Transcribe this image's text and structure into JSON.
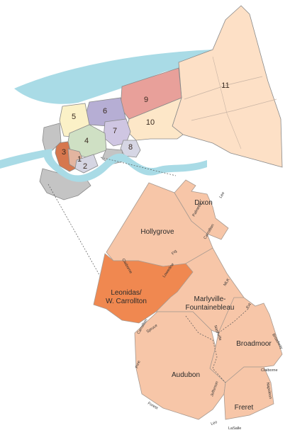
{
  "overview_map": {
    "district_labels": [
      "1",
      "2",
      "3",
      "4",
      "5",
      "6",
      "7",
      "8",
      "9",
      "10",
      "11"
    ],
    "colors": {
      "water": "#a9dbe6",
      "district_11": "#fde0c6",
      "district_10": "#fde7c8",
      "district_9": "#e8a09a",
      "district_6": "#b6aed4",
      "district_7": "#cfc6e2",
      "district_8": "#d6d6e4",
      "district_5": "#fbf1c7",
      "district_4": "#cfe0c4",
      "district_3": "#d6774e",
      "district_1": "#e3b5a0",
      "district_2": "#d5d5e2",
      "urban_grey": "#c4c4c4"
    }
  },
  "detail_map": {
    "neighborhoods": [
      {
        "id": "dixon",
        "label": "Dixon"
      },
      {
        "id": "hollygrove",
        "label": "Hollygrove"
      },
      {
        "id": "leonidas",
        "label_line1": "Leonidas/",
        "label_line2": "W. Carrollton",
        "highlighted": true
      },
      {
        "id": "marlyville",
        "label_line1": "Marlyville-",
        "label_line2": "Fountainebleau"
      },
      {
        "id": "broadmoor",
        "label": "Broadmoor"
      },
      {
        "id": "audubon",
        "label": "Audubon"
      },
      {
        "id": "freret",
        "label": "Freret"
      }
    ],
    "streets": [
      "Leo",
      "Palmetto",
      "Carrollton",
      "Fig",
      "Claiborne",
      "Lowerline",
      "MLK",
      "Ext",
      "Carrollton",
      "Nashville",
      "Broadway",
      "Claiborne",
      "Napoleon",
      "Jefferson",
      "Spruce",
      "Pine",
      "Forest",
      "Leo",
      "LaSalle"
    ],
    "colors": {
      "fill": "#f7c6a8",
      "highlight": "#f08850",
      "outline": "#9a8a80",
      "dashed": "#555555"
    }
  }
}
